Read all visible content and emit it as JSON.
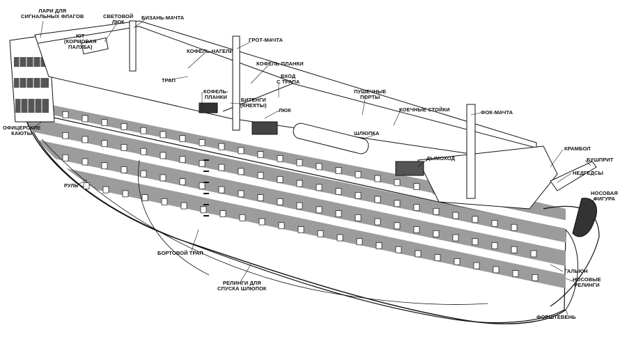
{
  "labels": {
    "signal_flag_lockers": [
      "ЛАРИ ДЛЯ",
      "СИГНАЛЬНЫХ ФЛАГОВ"
    ],
    "skylight": [
      "СВЕТОВОЙ",
      "ЛЮК"
    ],
    "mizzen_mast": "БИЗАНЬ-МАЧТА",
    "poop_deck": [
      "ЮТ",
      "(КОРМОВАЯ",
      "ПАЛУБА)"
    ],
    "belaying_pins": "КОФЕЛЬ-НАГЕЛИ",
    "main_mast": "ГРОТ-МАЧТА",
    "pin_rails_top": "КОФЕЛЬ-ПЛАНКИ",
    "ladder_entry": [
      "ВХОД",
      "С ТРАПА"
    ],
    "ladder": "ТРАП",
    "pin_rails_lower": [
      "КОФЕЛЬ-",
      "ПЛАНКИ"
    ],
    "bitts": [
      "БИТЕНГИ",
      "(КНЕХТЫ)"
    ],
    "hatch": "ЛЮК",
    "gun_ports": [
      "ПУШЕЧНЫЕ",
      "ПОРТЫ"
    ],
    "hammock_stanchions": "КОЕЧНЫЕ СТОЙКИ",
    "fore_mast": "ФОК-МАЧТА",
    "longboat": "ШЛЮПКА",
    "chimney": "ДЫМОХОД",
    "officer_cabins": [
      "ОФИЦЕРСКИЕ",
      "КАЮТЫ"
    ],
    "rudder": "РУЛЬ",
    "cathead": "КРАМБОЛ",
    "bowsprit": "БУШПРИТ",
    "catheads_rope": "НЕДГЕДСЫ",
    "figurehead": [
      "НОСОВАЯ",
      "ФИГУРА"
    ],
    "side_ladder": "БОРТОВОЙ ТРАП",
    "boat_rails": [
      "РЕЛИНГИ ДЛЯ",
      "СПУСКА ШЛЮПОК"
    ],
    "head": "ГАЛЬЮН",
    "bow_rails": [
      "НОСОВЫЕ",
      "РЕЛИНГИ"
    ],
    "stem": "ФОРШТЕВЕНЬ"
  },
  "colors": {
    "ink": "#111111",
    "paper": "#ffffff",
    "band": "#9c9c9c",
    "dark": "#333333"
  }
}
